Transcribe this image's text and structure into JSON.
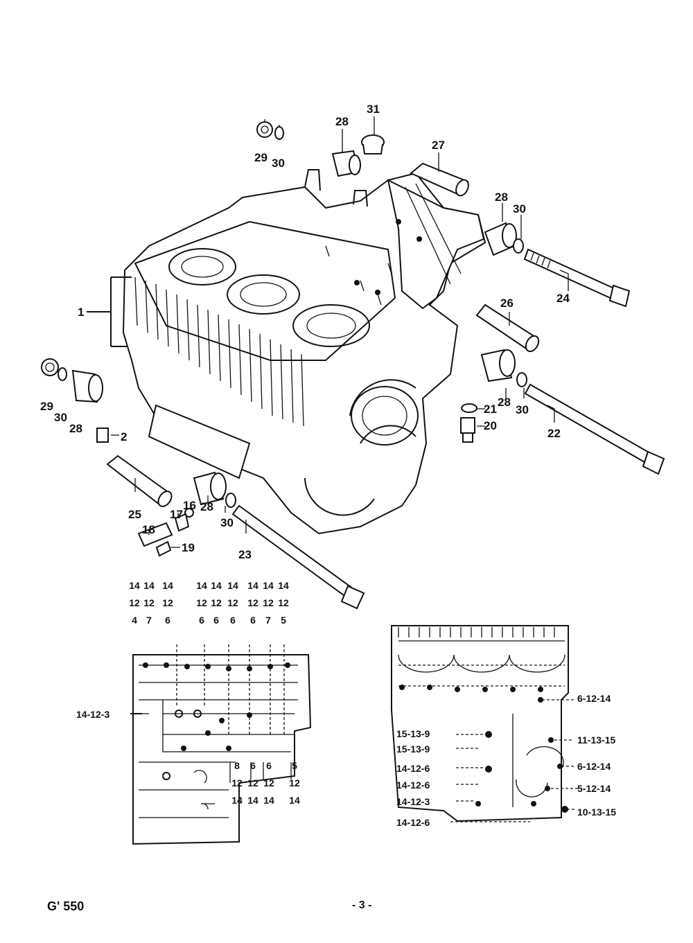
{
  "footer": {
    "model": "G' 550",
    "page": "- 3 -"
  },
  "callouts": {
    "c1": "1",
    "c2": "2",
    "c16": "16",
    "c17": "17",
    "c18": "18",
    "c19": "19",
    "c20": "20",
    "c21": "21",
    "c22": "22",
    "c23": "23",
    "c24": "24",
    "c25": "25",
    "c26": "26",
    "c27": "27",
    "c28a": "28",
    "c28b": "28",
    "c28c": "28",
    "c28d": "28",
    "c28e": "28",
    "c29a": "29",
    "c29b": "29",
    "c30a": "30",
    "c30b": "30",
    "c30c": "30",
    "c30d": "30",
    "c30e": "30",
    "c31": "31"
  },
  "left_detail": {
    "top_columns": [
      [
        "14",
        "12",
        "4"
      ],
      [
        "14",
        "12",
        "7"
      ],
      [
        "14",
        "12",
        "6"
      ],
      [
        "14",
        "12",
        "6"
      ],
      [
        "14",
        "12",
        "6"
      ],
      [
        "14",
        "12",
        "6"
      ],
      [
        "14",
        "12",
        "6"
      ],
      [
        "14",
        "12",
        "7"
      ],
      [
        "14",
        "12",
        "5"
      ]
    ],
    "bottom_columns": [
      [
        "8",
        "12",
        "14"
      ],
      [
        "6",
        "12",
        "14"
      ],
      [
        "6",
        "12",
        "14"
      ],
      [
        "5",
        "12",
        "14"
      ]
    ],
    "side_label": "14-12-3"
  },
  "right_detail": {
    "left_labels": [
      "15-13-9",
      "15-13-9",
      "14-12-6",
      "14-12-6",
      "14-12-3",
      "14-12-6"
    ],
    "right_labels": [
      "6-12-14",
      "11-13-15",
      "6-12-14",
      "5-12-14",
      "10-13-15"
    ]
  }
}
